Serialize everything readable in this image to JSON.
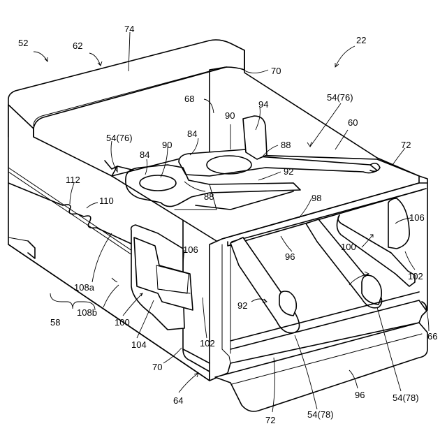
{
  "labels": [
    {
      "id": "ref-52-a",
      "text": "52"
    },
    {
      "id": "ref-62",
      "text": "62"
    },
    {
      "id": "ref-74",
      "text": "74"
    },
    {
      "id": "ref-22",
      "text": "22"
    },
    {
      "id": "ref-70-a",
      "text": "70"
    },
    {
      "id": "ref-68",
      "text": "68"
    },
    {
      "id": "ref-90-a",
      "text": "90"
    },
    {
      "id": "ref-94",
      "text": "94"
    },
    {
      "id": "ref-54-76-a",
      "text": "54(76)"
    },
    {
      "id": "ref-60",
      "text": "60"
    },
    {
      "id": "ref-54-76-b",
      "text": "54(76)"
    },
    {
      "id": "ref-84-a",
      "text": "84"
    },
    {
      "id": "ref-88-a",
      "text": "88"
    },
    {
      "id": "ref-72-a",
      "text": "72"
    },
    {
      "id": "ref-84-b",
      "text": "84"
    },
    {
      "id": "ref-90-b",
      "text": "90"
    },
    {
      "id": "ref-92-a",
      "text": "92"
    },
    {
      "id": "ref-112",
      "text": "112"
    },
    {
      "id": "ref-88-b",
      "text": "88"
    },
    {
      "id": "ref-110",
      "text": "110"
    },
    {
      "id": "ref-98",
      "text": "98"
    },
    {
      "id": "ref-106-a",
      "text": "106"
    },
    {
      "id": "ref-100-a",
      "text": "100"
    },
    {
      "id": "ref-96-a",
      "text": "96"
    },
    {
      "id": "ref-106-b",
      "text": "106"
    },
    {
      "id": "ref-108a",
      "text": "108a"
    },
    {
      "id": "ref-102-a",
      "text": "102"
    },
    {
      "id": "ref-108b",
      "text": "108b"
    },
    {
      "id": "ref-92-b",
      "text": "92"
    },
    {
      "id": "ref-58",
      "text": "58"
    },
    {
      "id": "ref-100-b",
      "text": "100"
    },
    {
      "id": "ref-102-b",
      "text": "102"
    },
    {
      "id": "ref-66",
      "text": "66"
    },
    {
      "id": "ref-104",
      "text": "104"
    },
    {
      "id": "ref-70-b",
      "text": "70"
    },
    {
      "id": "ref-64",
      "text": "64"
    },
    {
      "id": "ref-72-b",
      "text": "72"
    },
    {
      "id": "ref-54-78-a",
      "text": "54(78)"
    },
    {
      "id": "ref-96-b",
      "text": "96"
    },
    {
      "id": "ref-54-78-b",
      "text": "54(78)"
    }
  ]
}
